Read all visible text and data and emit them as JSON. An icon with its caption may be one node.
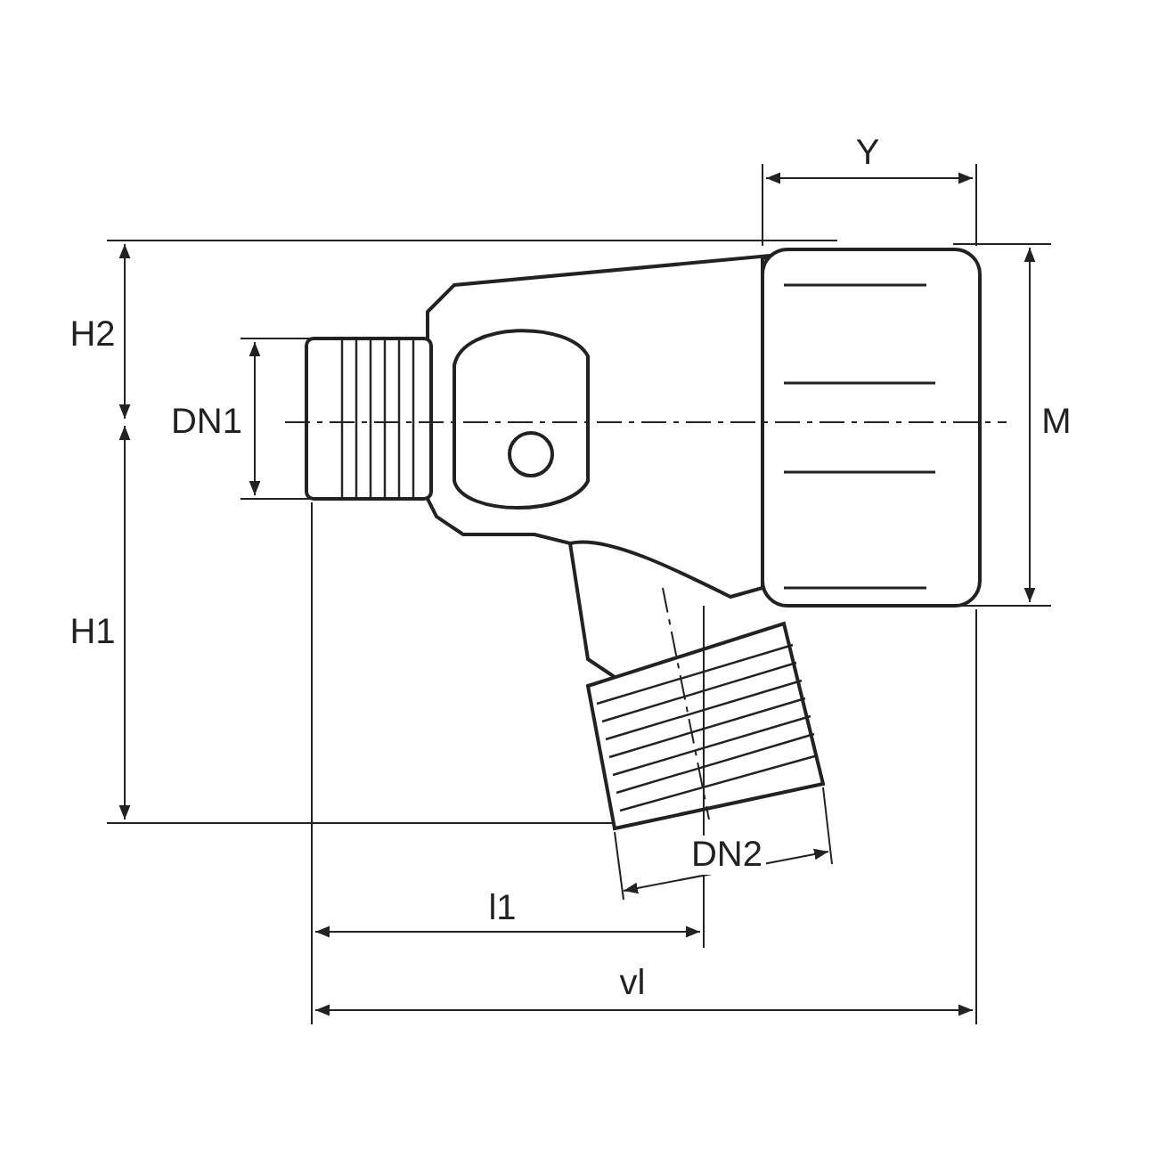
{
  "diagram": {
    "labels": [
      "Y",
      "H2",
      "DN1",
      "M",
      "H1",
      "DN2",
      "l1",
      "vl"
    ]
  }
}
